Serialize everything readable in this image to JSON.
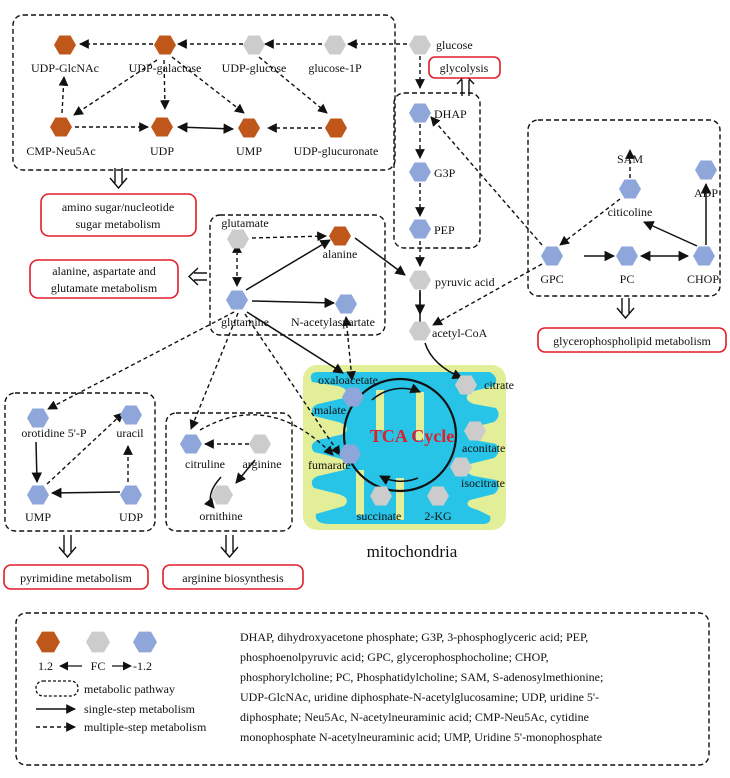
{
  "colors": {
    "up": "#c0571a",
    "neutral": "#cccccc",
    "down": "#8ea6da",
    "pathway_border": "#e01e2a",
    "mito_bg": "#e3ee98",
    "mito_fill": "#27c4e8"
  },
  "metabolites": {
    "glucose": "glucose",
    "glucose_1p": "glucose-1P",
    "udp_glucose": "UDP-glucose",
    "udp_galactose": "UDP-galactose",
    "udp_glcnac": "UDP-GlcNAc",
    "cmp_neu5ac": "CMP-Neu5Ac",
    "udp_top": "UDP",
    "ump_top": "UMP",
    "udp_glucuronate": "UDP-glucuronate",
    "dhap": "DHAP",
    "g3p": "G3P",
    "pep": "PEP",
    "pyruvic_acid": "pyruvic acid",
    "acetyl_coa": "acetyl-CoA",
    "glutamate": "glutamate",
    "alanine": "alanine",
    "glutamine": "glutamine",
    "n_acetylaspartate": "N-acetylaspartate",
    "sam": "SAM",
    "adp": "ADP",
    "citicoline": "citicoline",
    "gpc": "GPC",
    "pc": "PC",
    "chop": "CHOP",
    "oxaloacetate": "oxaloacetate",
    "citrate": "citrate",
    "malate": "malate",
    "aconitate": "aconitate",
    "fumarate": "fumarate",
    "isocitrate": "isocitrate",
    "succinate": "succinate",
    "two_kg": "2-KG",
    "orotidine": "orotidine 5'-P",
    "uracil": "uracil",
    "ump_pyr": "UMP",
    "udp_pyr": "UDP",
    "citrulline": "citruline",
    "arginine": "arginine",
    "ornithine": "ornithine"
  },
  "pathways": {
    "glycolysis": "glycolysis",
    "amino_sugar": [
      "amino sugar/nucleotide",
      "sugar metabolism"
    ],
    "alanine": [
      "alanine, aspartate and",
      "glutamate metabolism"
    ],
    "glycerophospholipid": "glycerophospholipid metabolism",
    "pyrimidine": "pyrimidine metabolism",
    "arginine": "arginine biosynthesis"
  },
  "tca_label": "TCA Cycle",
  "mitochondria_label": "mitochondria",
  "legend": {
    "fc_up": "1.2",
    "fc_label": "FC",
    "fc_down": "-1.2",
    "pathway": "metabolic pathway",
    "single": "single-step metabolism",
    "multi": "multiple-step  metabolism",
    "abbrev_lines": [
      "DHAP, dihydroxyacetone phosphate;  G3P, 3-phosphoglyceric acid;  PEP,",
      "phosphoenolpyruvic acid;  GPC, glycerophosphocholine;  CHOP,",
      "phosphorylcholine;  PC, Phosphatidylcholine;  SAM, S-adenosylmethionine;",
      "UDP-GlcNAc, uridine diphosphate-N-acetylglucosamine;  UDP, uridine 5'-",
      "diphosphate;  Neu5Ac, N-acetylneuraminic acid;  CMP-Neu5Ac, cytidine",
      "monophosphate N-acetylneuraminic acid; UMP, Uridine 5'-monophosphate"
    ]
  }
}
